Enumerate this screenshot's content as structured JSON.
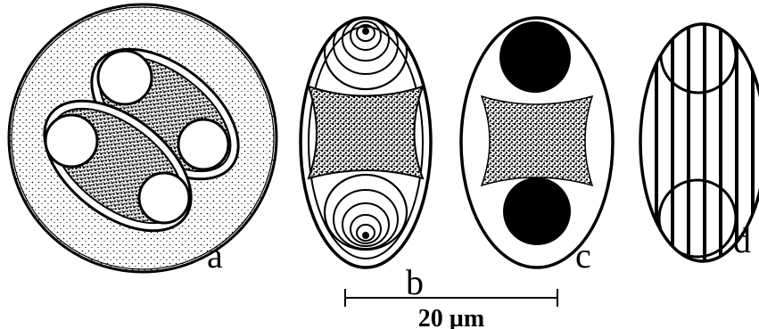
{
  "panels": [
    {
      "label": "a"
    },
    {
      "label": "b"
    },
    {
      "label": "c"
    },
    {
      "label": "d"
    }
  ],
  "scale_bar": {
    "text": "20 µm"
  },
  "colors": {
    "ink": "#000000",
    "background": "#ffffff"
  }
}
